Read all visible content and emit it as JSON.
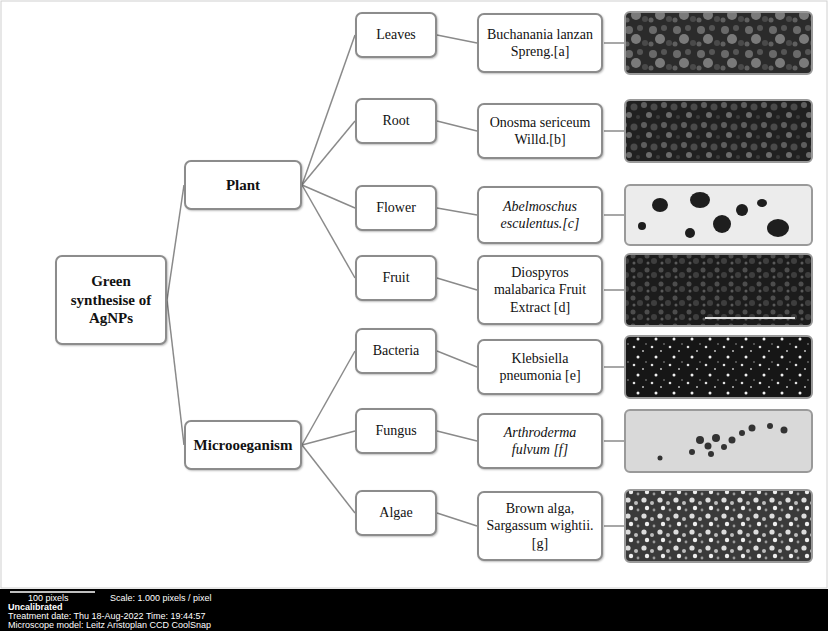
{
  "diagram": {
    "nodes": [
      {
        "text": [
          "Green synthesise of AgNPs"
        ]
      },
      {
        "text": [
          "Plant"
        ]
      },
      {
        "text": [
          "Microoeganism"
        ]
      },
      {
        "text": [
          "Leaves"
        ]
      },
      {
        "text": [
          "Root"
        ]
      },
      {
        "text": [
          "Flower"
        ]
      },
      {
        "text": [
          "Fruit"
        ]
      },
      {
        "text": [
          "Bacteria"
        ]
      },
      {
        "text": [
          "Fungus"
        ]
      },
      {
        "text": [
          "Algae"
        ]
      },
      {
        "text": [
          "Buchanania lanzan Spreng.[a]"
        ]
      },
      {
        "text": [
          "Onosma sericeum Willd.[b]"
        ]
      },
      {
        "text": [
          "Abelmoschus esculentus.[c]"
        ]
      },
      {
        "text": [
          "Diospyros malabarica Fruit Extract [d]"
        ]
      },
      {
        "text": [
          "Klebsiella pneumonia [e]"
        ]
      },
      {
        "text": [
          "Arthroderma fulvum [f]"
        ]
      },
      {
        "text": [
          "Brown alga, Sargassum wightii. [g]"
        ]
      }
    ],
    "edges": [
      {
        "from": 0,
        "to": 1,
        "arrow": "none"
      },
      {
        "from": 0,
        "to": 2,
        "arrow": "none"
      },
      {
        "from": 1,
        "to": 3,
        "arrow": "none"
      },
      {
        "from": 1,
        "to": 4,
        "arrow": "none"
      },
      {
        "from": 1,
        "to": 5,
        "arrow": "none"
      },
      {
        "from": 1,
        "to": 6,
        "arrow": "none"
      },
      {
        "from": 2,
        "to": 7,
        "arrow": "none"
      },
      {
        "from": 2,
        "to": 8,
        "arrow": "none"
      },
      {
        "from": 2,
        "to": 9,
        "arrow": "none"
      },
      {
        "from": 3,
        "to": 10,
        "arrow": "none"
      },
      {
        "from": 4,
        "to": 11,
        "arrow": "none"
      },
      {
        "from": 5,
        "to": 12,
        "arrow": "none"
      },
      {
        "from": 6,
        "to": 13,
        "arrow": "none"
      },
      {
        "from": 7,
        "to": 14,
        "arrow": "none"
      },
      {
        "from": 8,
        "to": 15,
        "arrow": "none"
      },
      {
        "from": 9,
        "to": 16,
        "arrow": "none"
      }
    ],
    "labels": [
      "100 pixels",
      "Scale: 1.000 pixels / pixel",
      "Uncalibrated",
      "Treatment date: Thu 18-Aug-2022 Time: 19:44:57",
      "Microscope model: Leitz Aristoplan CCD CoolSnap"
    ]
  }
}
